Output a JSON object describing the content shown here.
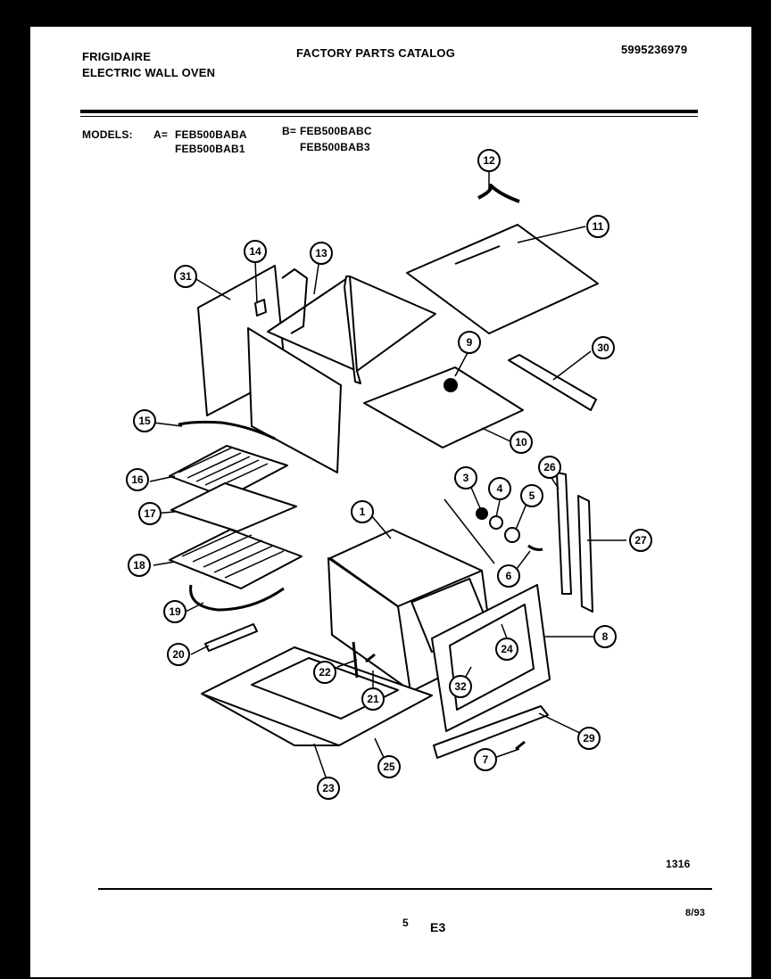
{
  "header": {
    "brand": "FRIGIDAIRE",
    "product": "ELECTRIC WALL OVEN",
    "catalog_title": "FACTORY PARTS CATALOG",
    "catalog_number": "5995236979",
    "models_label": "MODELS:",
    "model_a_prefix": "A=",
    "model_a_1": "FEB500BABA",
    "model_a_2": "FEB500BAB1",
    "model_b_prefix": "B=",
    "model_b_1": "FEB500BABC",
    "model_b_2": "FEB500BAB3"
  },
  "diagram": {
    "callouts": [
      "1",
      "3",
      "4",
      "5",
      "6",
      "7",
      "8",
      "9",
      "10",
      "11",
      "12",
      "13",
      "14",
      "15",
      "16",
      "17",
      "18",
      "19",
      "20",
      "21",
      "22",
      "23",
      "24",
      "25",
      "26",
      "27",
      "29",
      "30",
      "31",
      "32"
    ]
  },
  "footer": {
    "figure_number": "1316",
    "page_number": "5",
    "section": "E3",
    "date": "8/93"
  }
}
